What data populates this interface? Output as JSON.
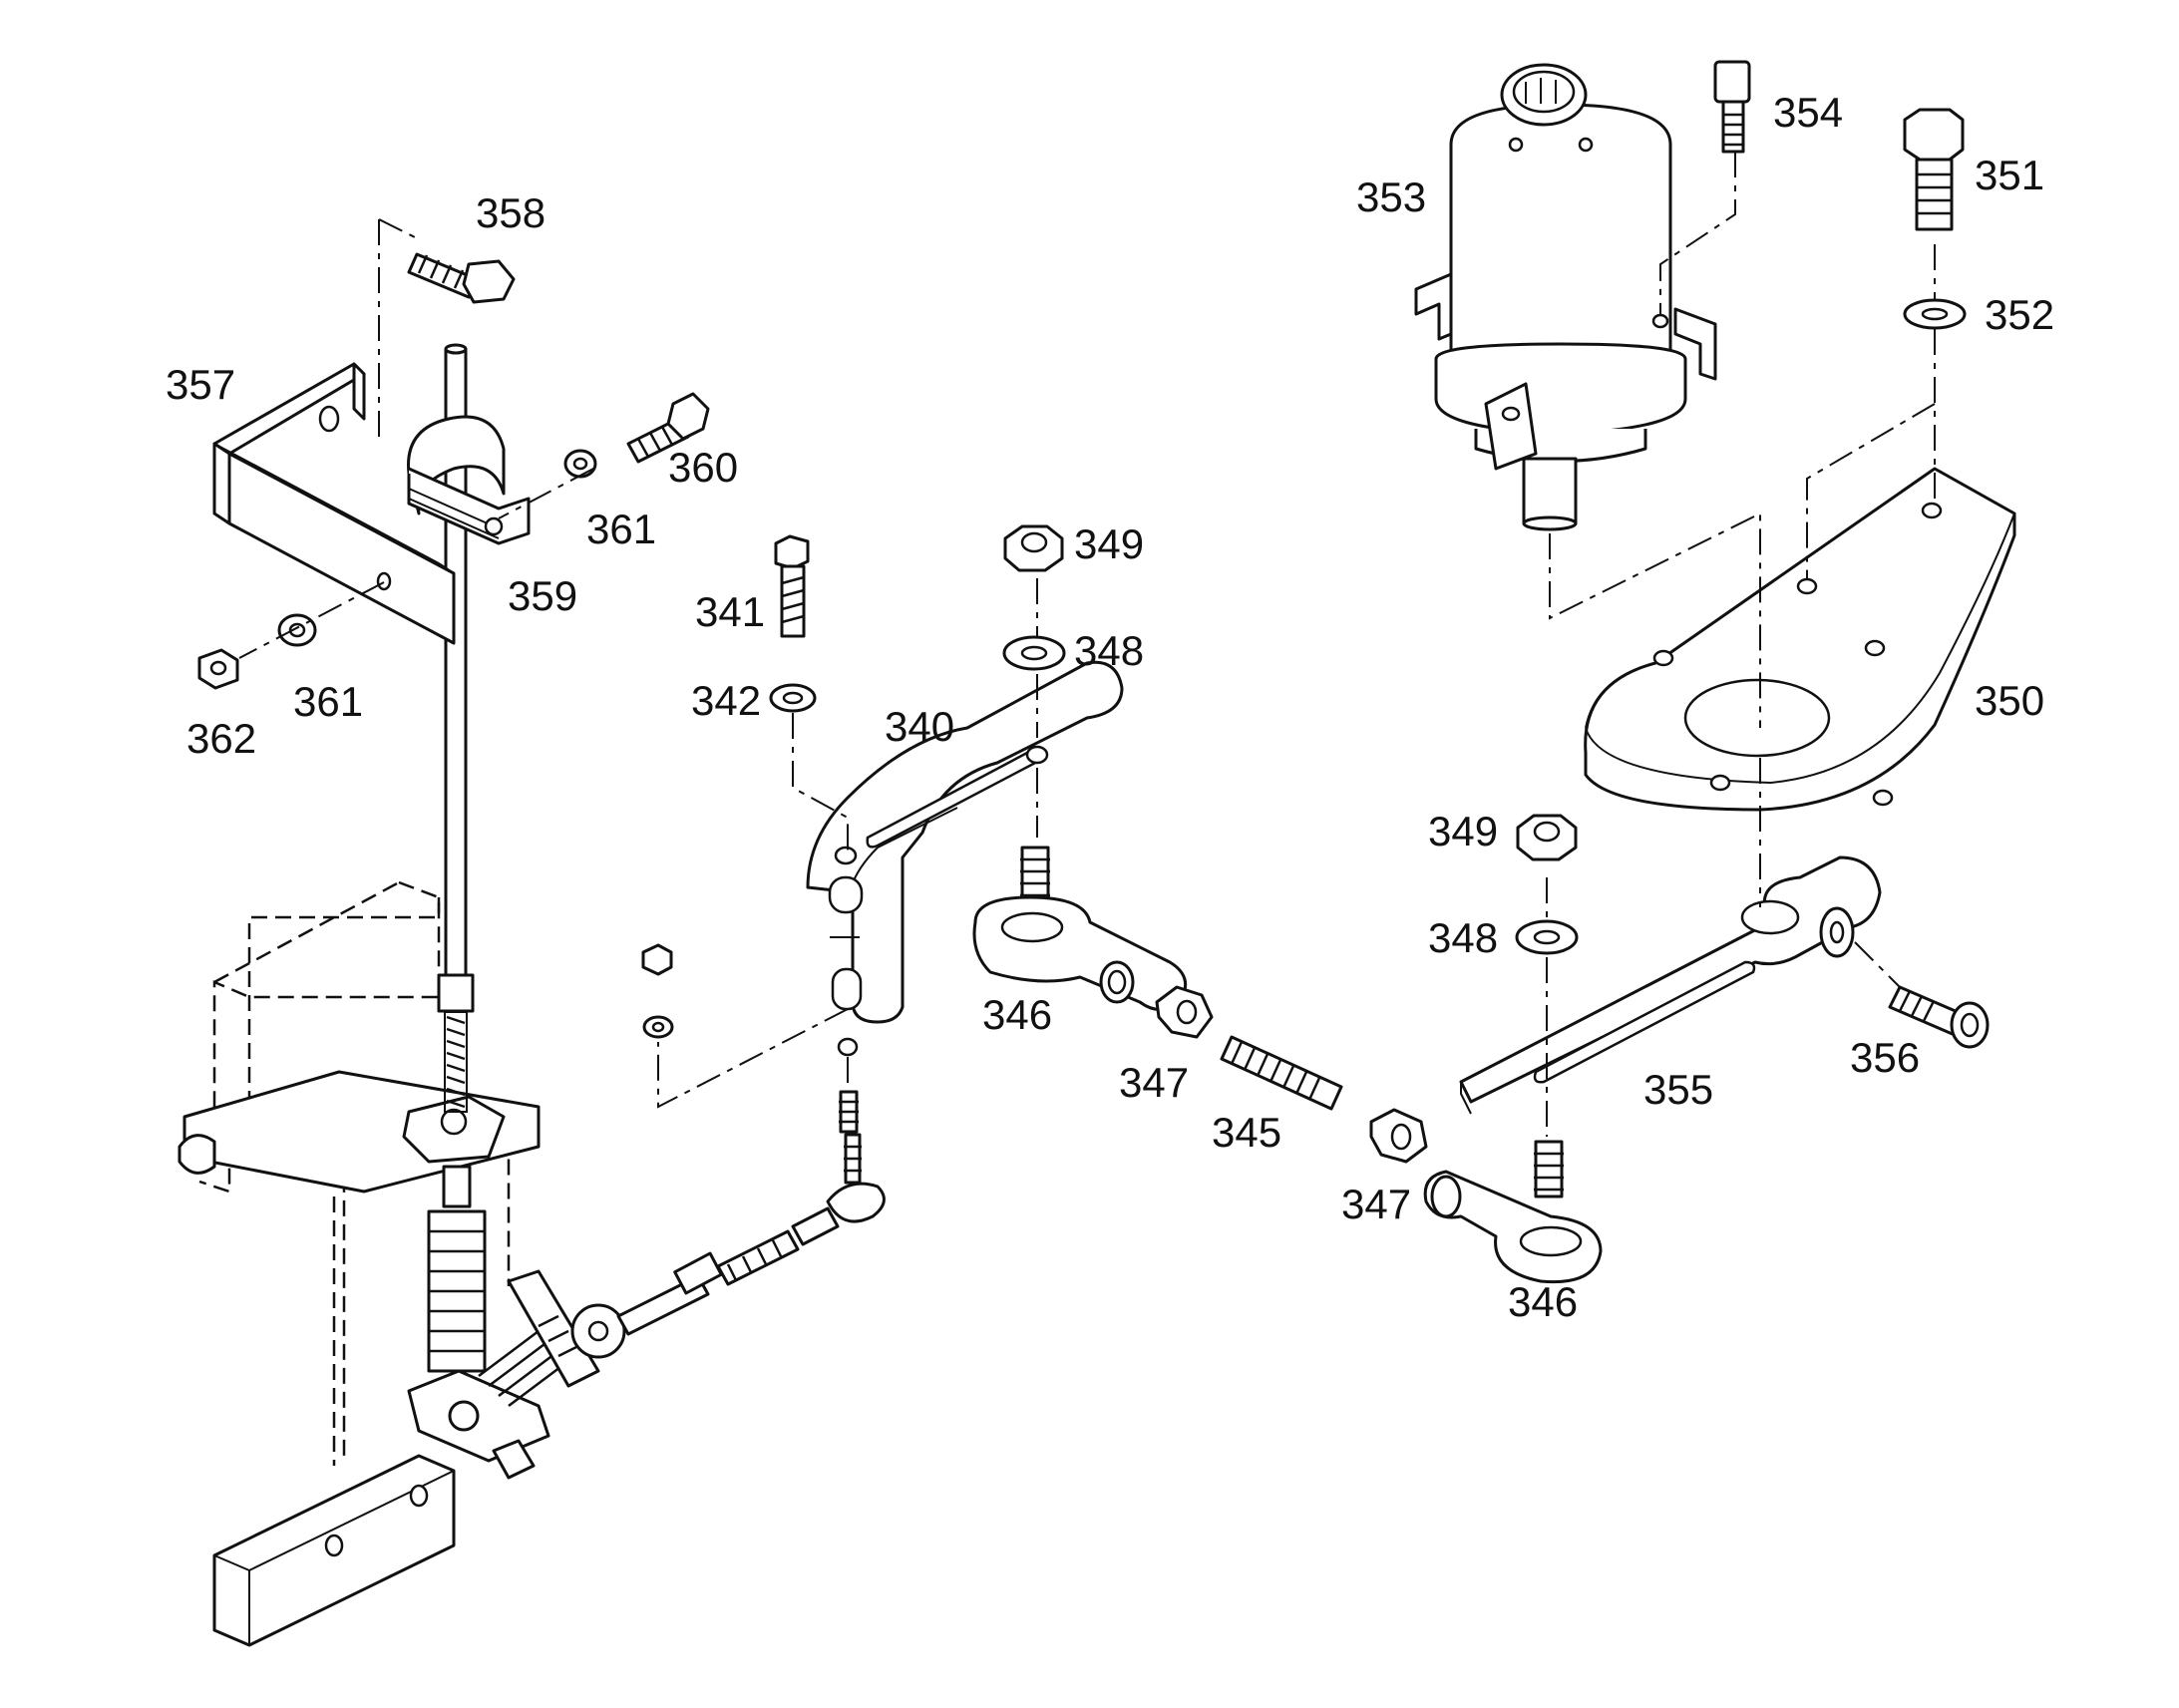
{
  "figure": {
    "labels": {
      "p358": "358",
      "p357": "357",
      "p360": "360",
      "p361a": "361",
      "p359": "359",
      "p361b": "361",
      "p362": "362",
      "p341": "341",
      "p342": "342",
      "p349a": "349",
      "p348a": "348",
      "p340": "340",
      "p346a": "346",
      "p347a": "347",
      "p345": "345",
      "p347b": "347",
      "p346b": "346",
      "p353": "353",
      "p354": "354",
      "p351": "351",
      "p352": "352",
      "p350": "350",
      "p349b": "349",
      "p348b": "348",
      "p355": "355",
      "p356": "356"
    }
  }
}
